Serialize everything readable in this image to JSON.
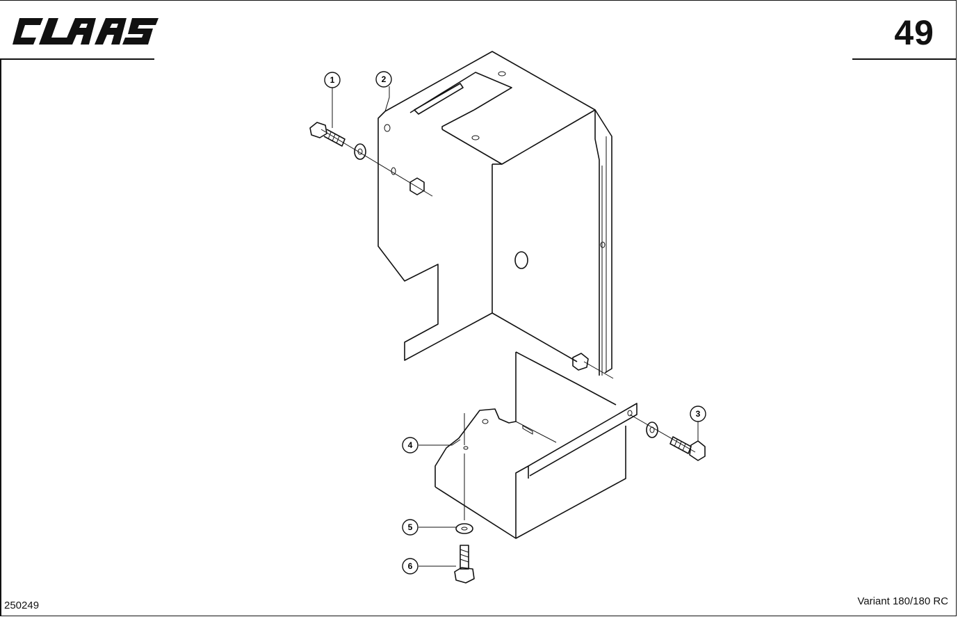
{
  "header": {
    "brand": "CLAAS",
    "page_number": "49"
  },
  "footer": {
    "document_id": "250249",
    "model": "Variant 180/180 RC"
  },
  "callouts": [
    {
      "label": "1"
    },
    {
      "label": "2"
    },
    {
      "label": "3"
    },
    {
      "label": "4"
    },
    {
      "label": "5"
    },
    {
      "label": "6"
    }
  ]
}
